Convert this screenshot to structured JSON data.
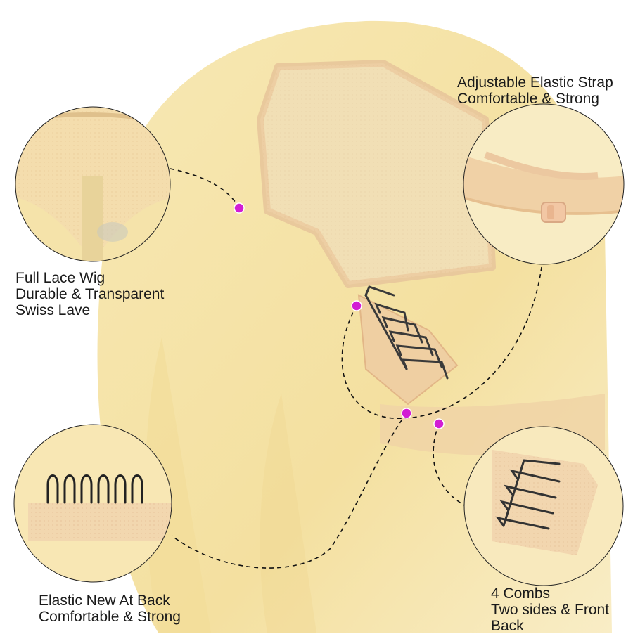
{
  "labels": {
    "full_lace": [
      "Full Lace Wig",
      "Durable & Transparent",
      "Swiss Lave"
    ],
    "strap": [
      "Adjustable Elastic Strap",
      "Comfortable & Strong"
    ],
    "elastic_back": [
      "Elastic New At Back",
      "Comfortable & Strong"
    ],
    "combs": [
      "4 Combs",
      "Two sides & Front",
      "Back"
    ]
  },
  "colors": {
    "hair": "#f6e4a8",
    "hair_shadow": "#e8cf86",
    "lace": "#f1d3a8",
    "lace_edge": "#e7bf92",
    "marker": "#d21dd4",
    "comb": "#3a3a3a",
    "dash": "#111111"
  }
}
